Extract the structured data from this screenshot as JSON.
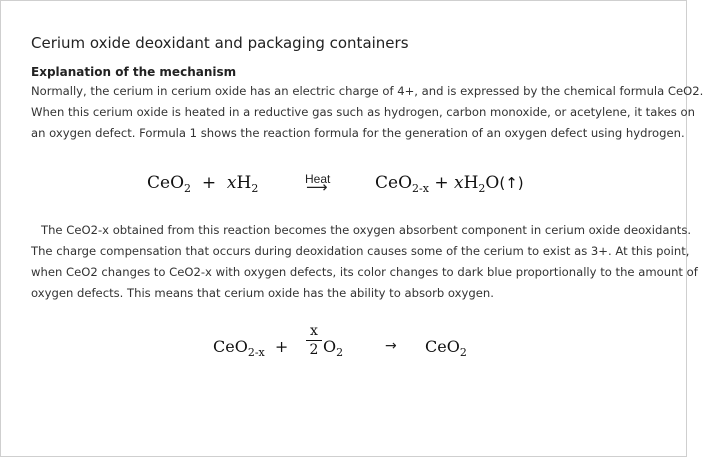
{
  "title": "Cerium oxide deoxidant and packaging containers",
  "subheading": "Explanation of the mechanism",
  "paragraph1": [
    "Normally, the cerium in cerium oxide has an electric charge of 4+, and is expressed by the chemical formula CeO2.",
    "When this cerium oxide is heated in a reductive gas such as hydrogen, carbon monoxide, or acetylene, it takes on",
    "an oxygen defect. Formula 1 shows the reaction formula for the generation of an oxygen defect using hydrogen."
  ],
  "formula1": {
    "lhs_ceo": "CeO",
    "lhs_ceo_sub": "2",
    "plus1": "+",
    "x_var": "x",
    "lhs_h": "H",
    "lhs_h_sub": "2",
    "condition": "Heat",
    "arrow": "⟶",
    "rhs_ceo": "CeO",
    "rhs_ceo_sub": "2-x",
    "plus2": "+",
    "rhs_x_var": "x",
    "rhs_h": "H",
    "rhs_h_sub": "2",
    "rhs_o": "O",
    "rhs_gas": "(↑)"
  },
  "paragraph2": [
    "The CeO2-x obtained from this reaction becomes the oxygen absorbent component in cerium oxide deoxidants.",
    "The charge compensation that occurs during deoxidation causes some of the cerium to exist as 3+. At this point,",
    "when CeO2 changes to CeO2-x with oxygen defects, its color changes to dark blue proportionally to the amount of",
    "oxygen defects. This means that cerium oxide has the ability to absorb oxygen."
  ],
  "formula2": {
    "lhs_ceo": "CeO",
    "lhs_ceo_sub": "2-x",
    "plus": "+",
    "frac_num": "x",
    "frac_den": "2",
    "o": "O",
    "o_sub": "2",
    "arrow": "→",
    "rhs_ceo": "CeO",
    "rhs_ceo_sub": "2"
  }
}
